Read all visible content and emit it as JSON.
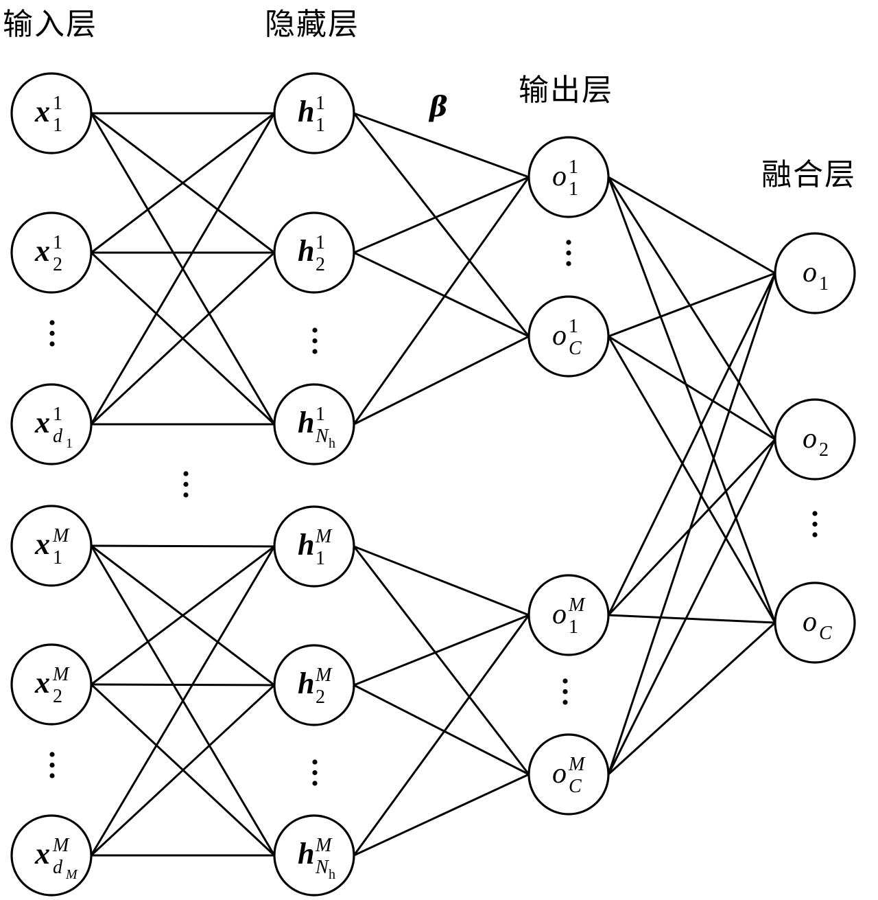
{
  "layers": {
    "input": {
      "title": "输入层",
      "nodes": [
        {
          "id": "x1_1",
          "base": "x",
          "sup": "1",
          "sub": "1",
          "group": 1
        },
        {
          "id": "x2_1",
          "base": "x",
          "sup": "1",
          "sub": "2",
          "group": 1
        },
        {
          "id": "xd1_1",
          "base": "x",
          "sup": "1",
          "sub": "d",
          "subsub": "1",
          "group": 1
        },
        {
          "id": "x1_M",
          "base": "x",
          "sup": "M",
          "sub": "1",
          "group": "M"
        },
        {
          "id": "x2_M",
          "base": "x",
          "sup": "M",
          "sub": "2",
          "group": "M"
        },
        {
          "id": "xdM_M",
          "base": "x",
          "sup": "M",
          "sub": "d",
          "subsub": "M",
          "group": "M"
        }
      ]
    },
    "hidden": {
      "title": "隐藏层",
      "nodes": [
        {
          "id": "h1_1",
          "base": "h",
          "sup": "1",
          "sub": "1",
          "group": 1
        },
        {
          "id": "h2_1",
          "base": "h",
          "sup": "1",
          "sub": "2",
          "group": 1
        },
        {
          "id": "hNh_1",
          "base": "h",
          "sup": "1",
          "sub": "N",
          "subsub": "h",
          "group": 1
        },
        {
          "id": "h1_M",
          "base": "h",
          "sup": "M",
          "sub": "1",
          "group": "M"
        },
        {
          "id": "h2_M",
          "base": "h",
          "sup": "M",
          "sub": "2",
          "group": "M"
        },
        {
          "id": "hNh_M",
          "base": "h",
          "sup": "M",
          "sub": "N",
          "subsub": "h",
          "group": "M"
        }
      ]
    },
    "output": {
      "title": "输出层",
      "nodes": [
        {
          "id": "o1_1",
          "base": "o",
          "sup": "1",
          "sub": "1",
          "group": 1
        },
        {
          "id": "oC_1",
          "base": "o",
          "sup": "1",
          "sub": "C",
          "group": 1
        },
        {
          "id": "o1_M",
          "base": "o",
          "sup": "M",
          "sub": "1",
          "group": "M"
        },
        {
          "id": "oC_M",
          "base": "o",
          "sup": "M",
          "sub": "C",
          "group": "M"
        }
      ]
    },
    "fusion": {
      "title": "融合层",
      "nodes": [
        {
          "id": "o1",
          "base": "o",
          "sup": "",
          "sub": "1"
        },
        {
          "id": "o2",
          "base": "o",
          "sup": "",
          "sub": "2"
        },
        {
          "id": "oC",
          "base": "o",
          "sup": "",
          "sub": "C"
        }
      ]
    }
  },
  "weight_label": "β",
  "ellipsis": "⋮",
  "connections": {
    "input_to_hidden": "fully connected within each group (1 and M)",
    "hidden_to_output": "fully connected within each group (1 and M)",
    "output_to_fusion": "fully connected (all output nodes to all fusion nodes)"
  }
}
